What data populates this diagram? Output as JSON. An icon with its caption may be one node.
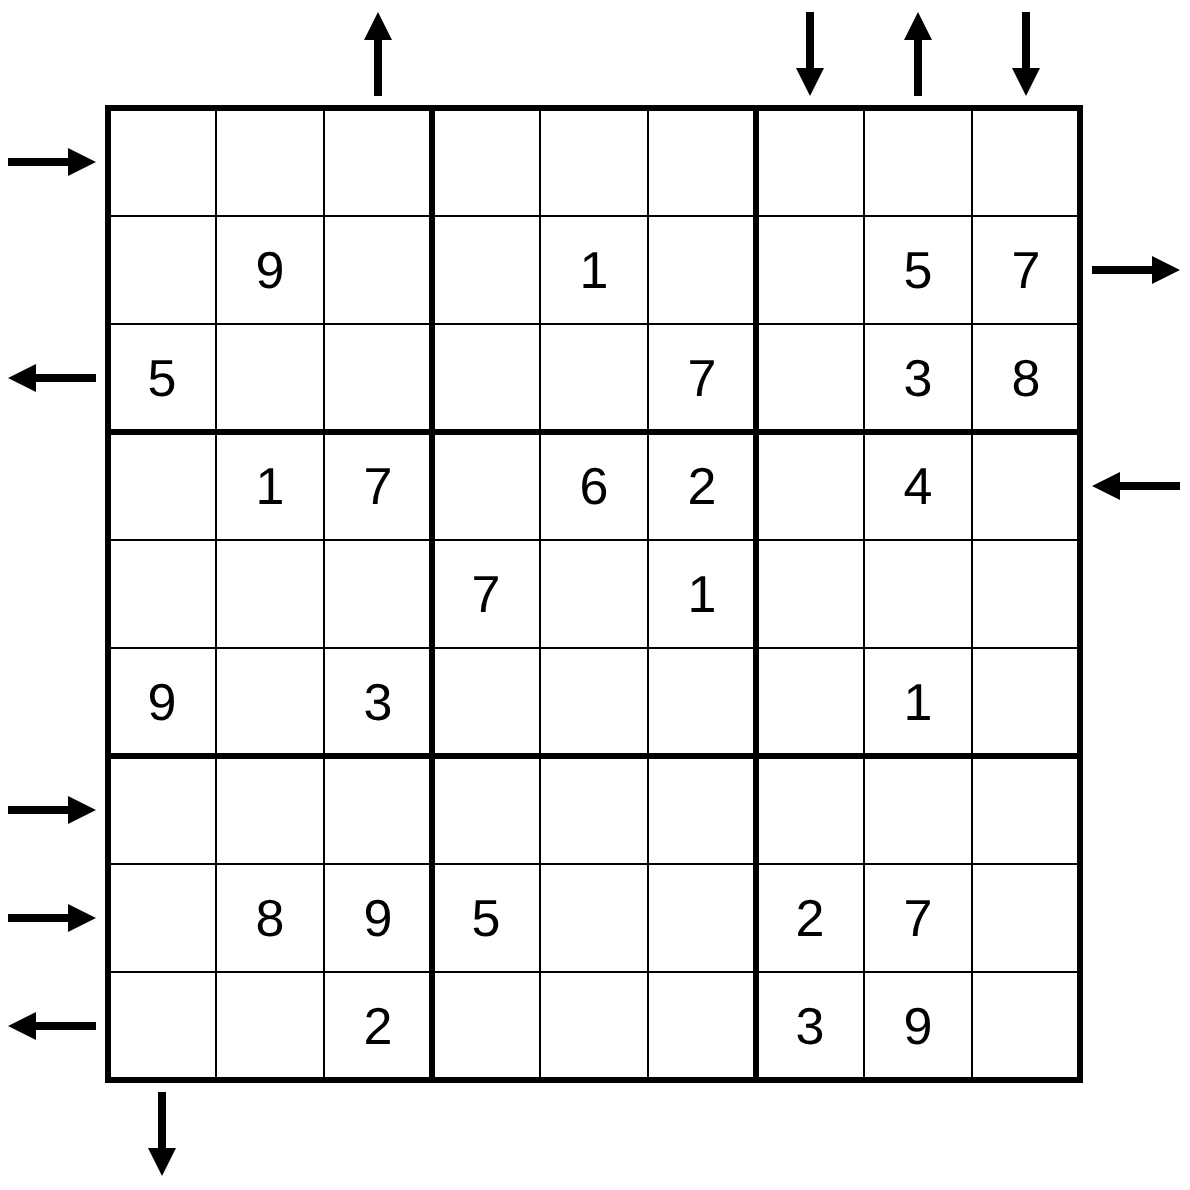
{
  "diagram": {
    "labels": [
      "9",
      "1",
      "5",
      "7",
      "5",
      "7",
      "3",
      "8",
      "1",
      "7",
      "6",
      "2",
      "4",
      "7",
      "1",
      "9",
      "3",
      "1",
      "8",
      "9",
      "5",
      "2",
      "7",
      "2",
      "3",
      "9"
    ]
  }
}
